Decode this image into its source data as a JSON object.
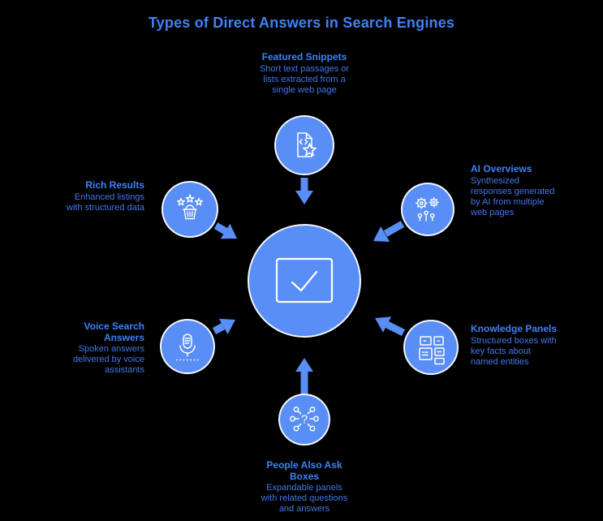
{
  "title": "Types of Direct Answers in Search Engines",
  "colors": {
    "accent": "#588EF5",
    "heading": "#3E82F5",
    "desc": "#4377E8",
    "bg": "#000000",
    "icon_stroke": "#FFFFFF"
  },
  "center": {
    "icon": "answer-check-icon"
  },
  "nodes": {
    "featured": {
      "heading": "Featured Snippets",
      "description": "Short text passages or\nlists extracted from a\nsingle web page",
      "icon": "document-code-star-icon"
    },
    "ai": {
      "heading": "AI Overviews",
      "description": "Synthesized\nresponses generated\nby AI from multiple\nweb pages",
      "icon": "gears-circuit-icon"
    },
    "rich": {
      "heading": "Rich Results",
      "description": "Enhanced listings\nwith structured data",
      "icon": "basket-stars-icon"
    },
    "voice": {
      "heading": "Voice Search\nAnswers",
      "description": "Spoken answers\ndelivered by voice\nassistants",
      "icon": "microphone-icon"
    },
    "knowledge": {
      "heading": "Knowledge Panels",
      "description": "Structured boxes with\nkey facts about\nnamed entities",
      "icon": "panels-grid-icon"
    },
    "paa": {
      "heading": "People Also Ask\nBoxes",
      "description": "Expandable panels\nwith related questions\nand answers",
      "icon": "question-network-icon"
    }
  }
}
